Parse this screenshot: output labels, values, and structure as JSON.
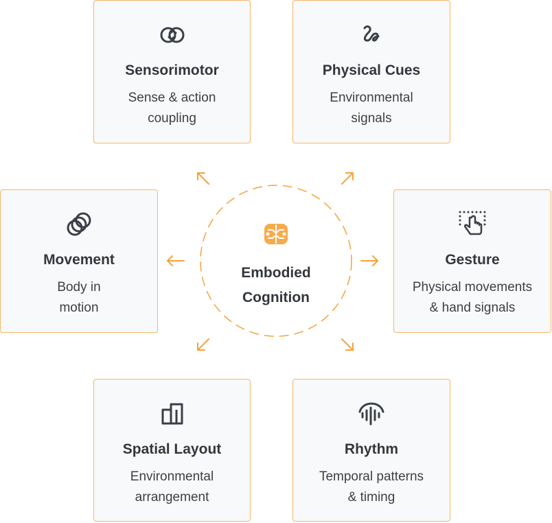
{
  "center": {
    "title_line1": "Embodied",
    "title_line2": "Cognition",
    "icon": "brain-icon"
  },
  "cards": {
    "sensorimotor": {
      "title": "Sensorimotor",
      "desc": "Sense & action\ncoupling",
      "icon": "exchange-arrows-icon"
    },
    "physical_cues": {
      "title": "Physical Cues",
      "desc": "Environmental\nsignals",
      "icon": "squiggle-icon"
    },
    "movement": {
      "title": "Movement",
      "desc": "Body in\nmotion",
      "icon": "overlapping-circles-icon"
    },
    "gesture": {
      "title": "Gesture",
      "desc": "Physical movements\n& hand signals",
      "icon": "hand-pointer-icon"
    },
    "spatial_layout": {
      "title": "Spatial Layout",
      "desc": "Environmental\narrangement",
      "icon": "building-icon"
    },
    "rhythm": {
      "title": "Rhythm",
      "desc": "Temporal patterns\n& timing",
      "icon": "sound-wave-icon"
    }
  },
  "colors": {
    "accent": "#f5a23a",
    "border": "#f5b766",
    "card_bg": "#f8f9fa",
    "text": "#33373d"
  }
}
